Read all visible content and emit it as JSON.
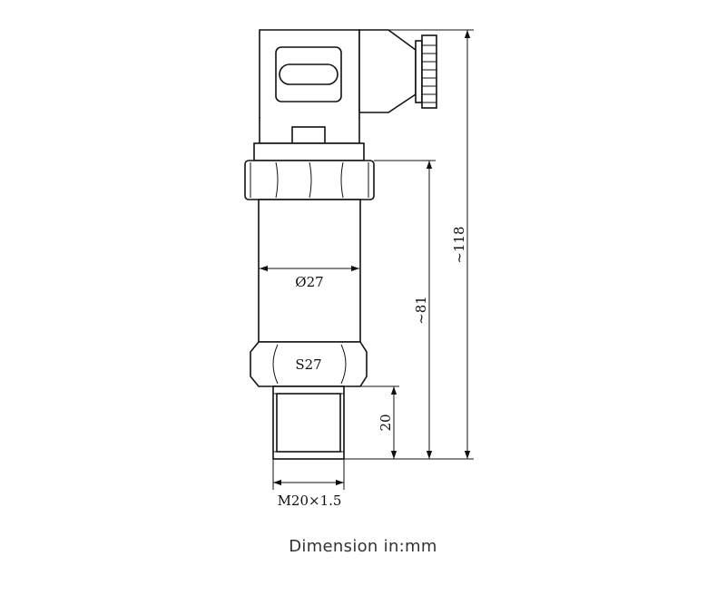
{
  "dimensions": {
    "diameter": "Ø27",
    "hex_size": "S27",
    "thread_length": "20",
    "thread": "M20×1.5",
    "body_length": "~81",
    "total_length": "~118"
  },
  "caption": "Dimension in:mm"
}
